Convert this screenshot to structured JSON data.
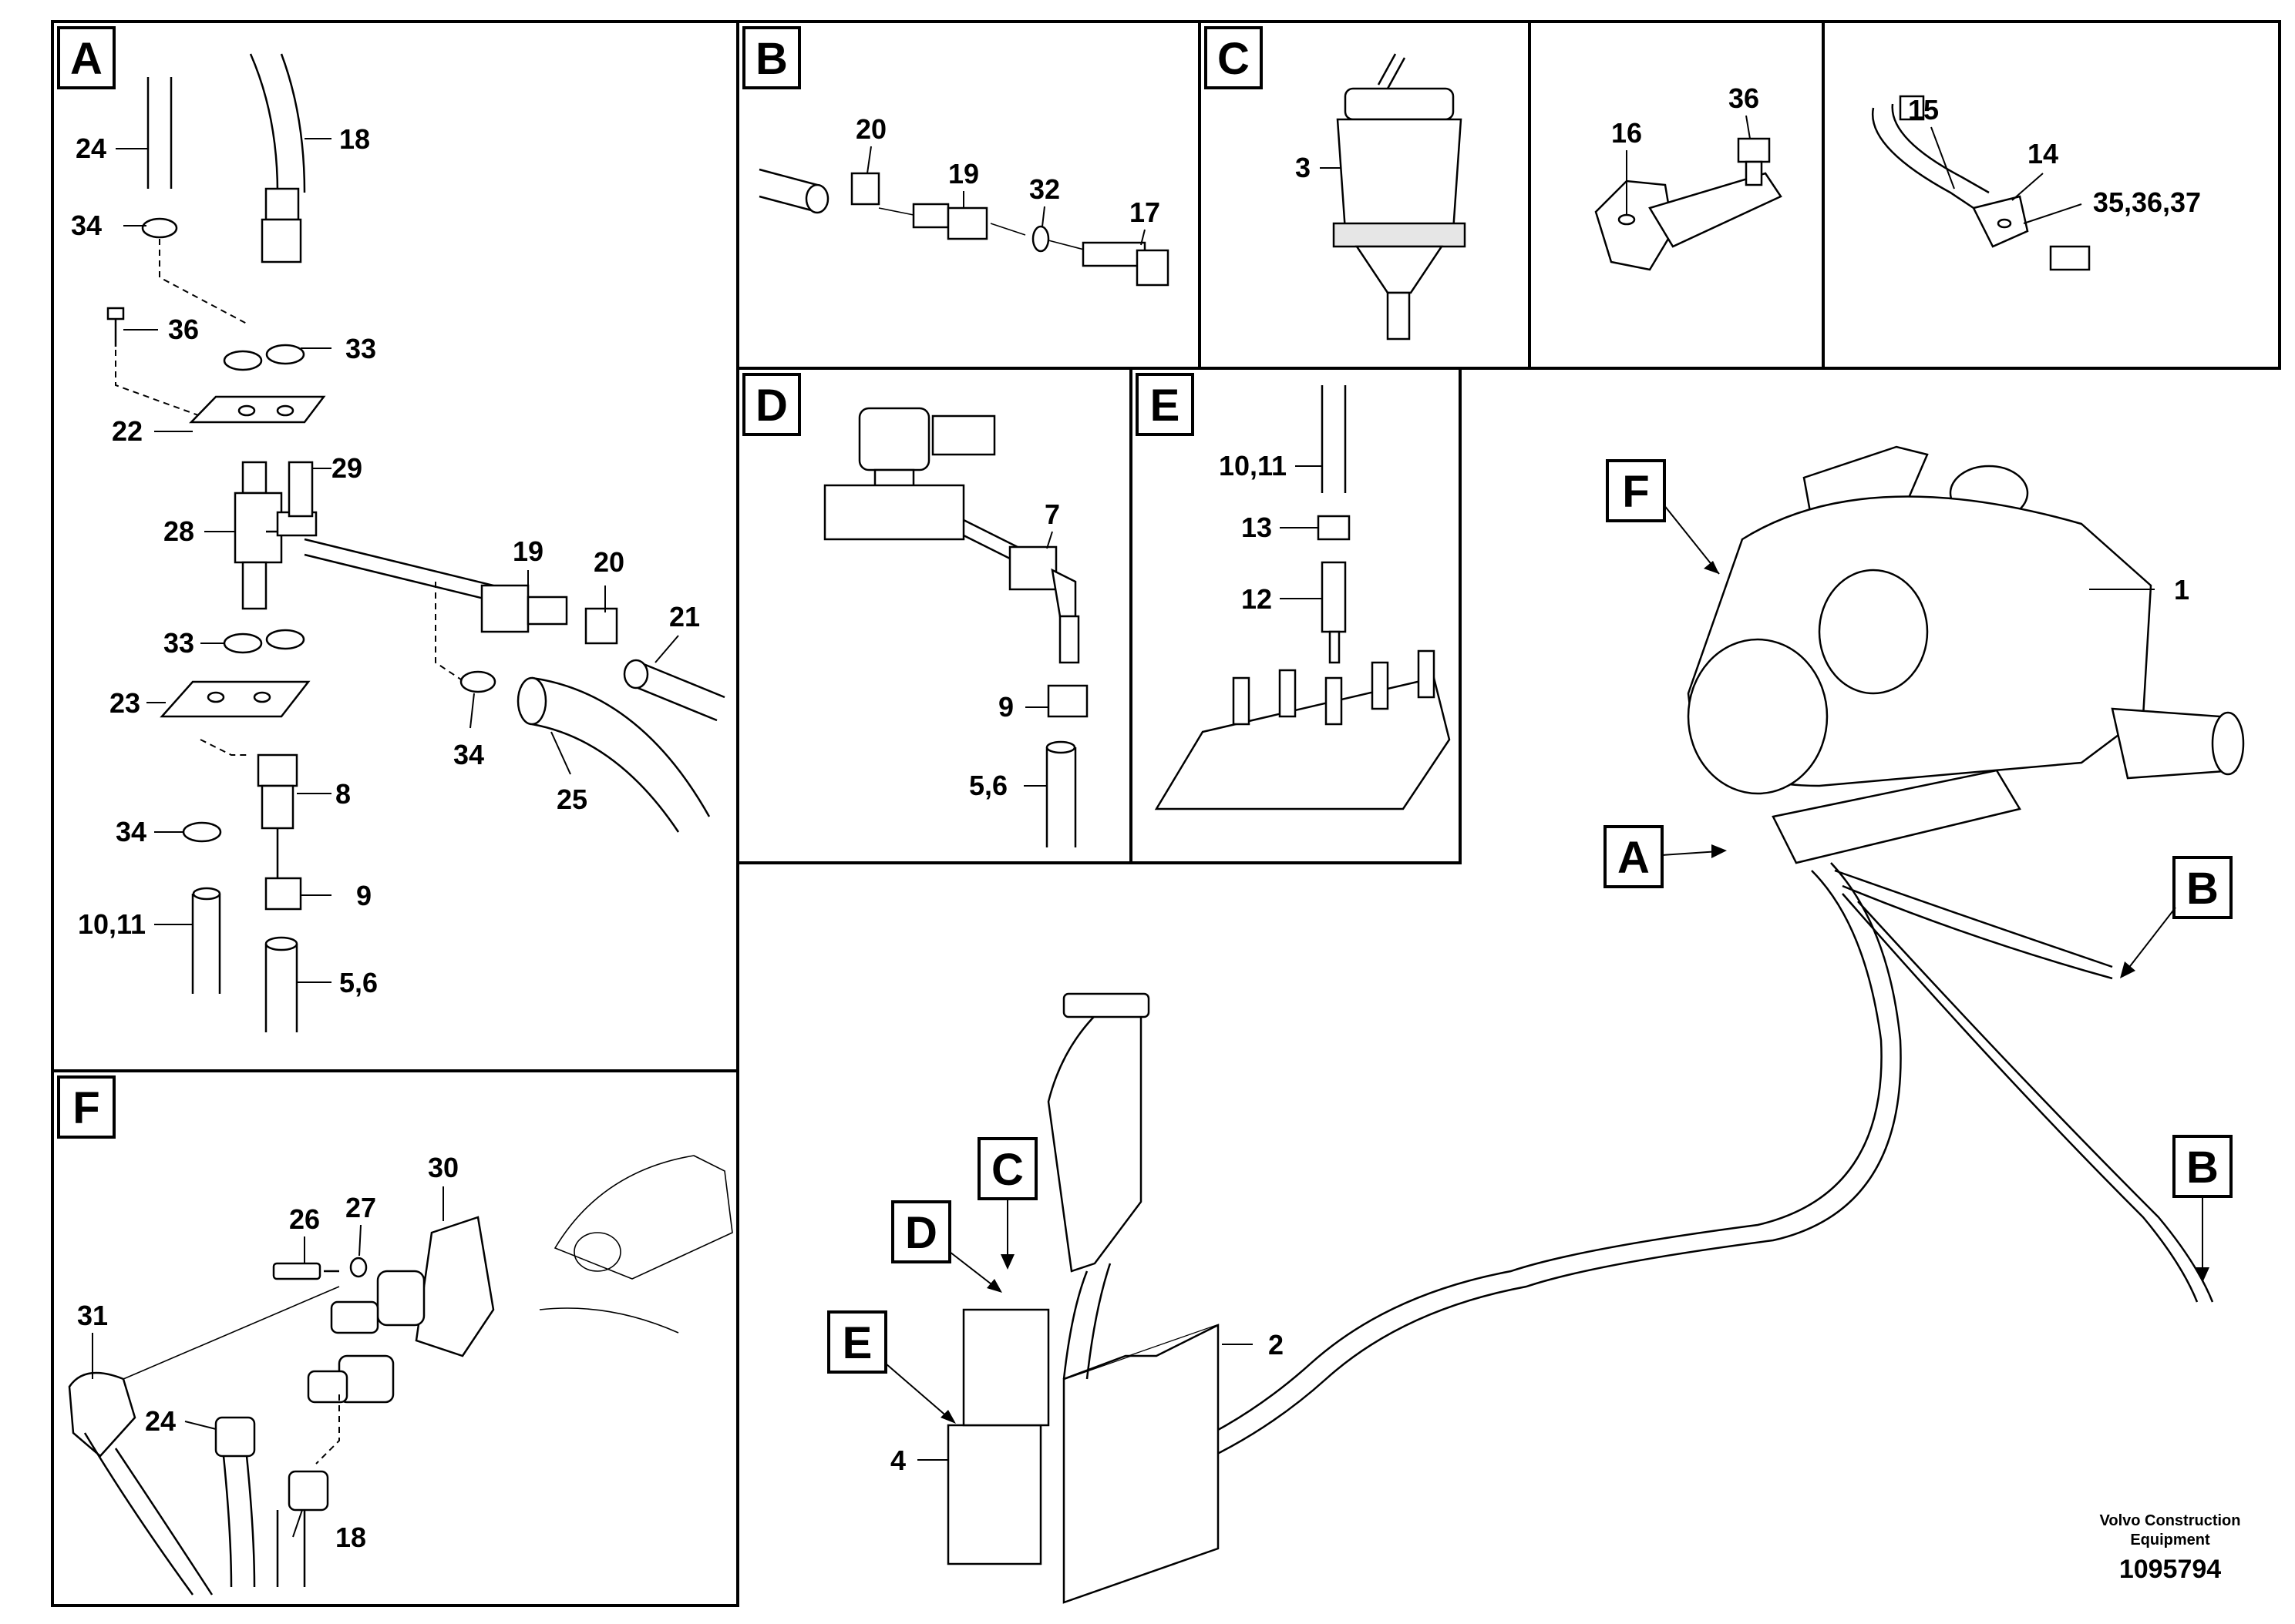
{
  "panels": [
    {
      "id": "A",
      "letter": "A"
    },
    {
      "id": "B",
      "letter": "B"
    },
    {
      "id": "C",
      "letter": "C"
    },
    {
      "id": "D",
      "letter": "D"
    },
    {
      "id": "E",
      "letter": "E"
    },
    {
      "id": "F",
      "letter": "F"
    }
  ],
  "callouts": {
    "A": [
      "24",
      "18",
      "34",
      "36",
      "33",
      "22",
      "29",
      "28",
      "19",
      "20",
      "21",
      "33",
      "23",
      "34",
      "25",
      "8",
      "34",
      "10,11",
      "9",
      "5,6"
    ],
    "B": [
      "20",
      "19",
      "32",
      "17"
    ],
    "C": [
      "3"
    ],
    "C2": [
      "16",
      "36"
    ],
    "C3": [
      "15",
      "14",
      "35,36,37"
    ],
    "D": [
      "7",
      "9",
      "5,6"
    ],
    "E": [
      "10,11",
      "13",
      "12"
    ],
    "F": [
      "30",
      "26",
      "27",
      "31",
      "24",
      "18"
    ],
    "main": [
      "1",
      "2",
      "4"
    ]
  },
  "main_labels": [
    "F",
    "A",
    "B",
    "B",
    "C",
    "D",
    "E"
  ],
  "footer": {
    "company_line1": "Volvo Construction",
    "company_line2": "Equipment",
    "drawing_number": "1095794"
  }
}
